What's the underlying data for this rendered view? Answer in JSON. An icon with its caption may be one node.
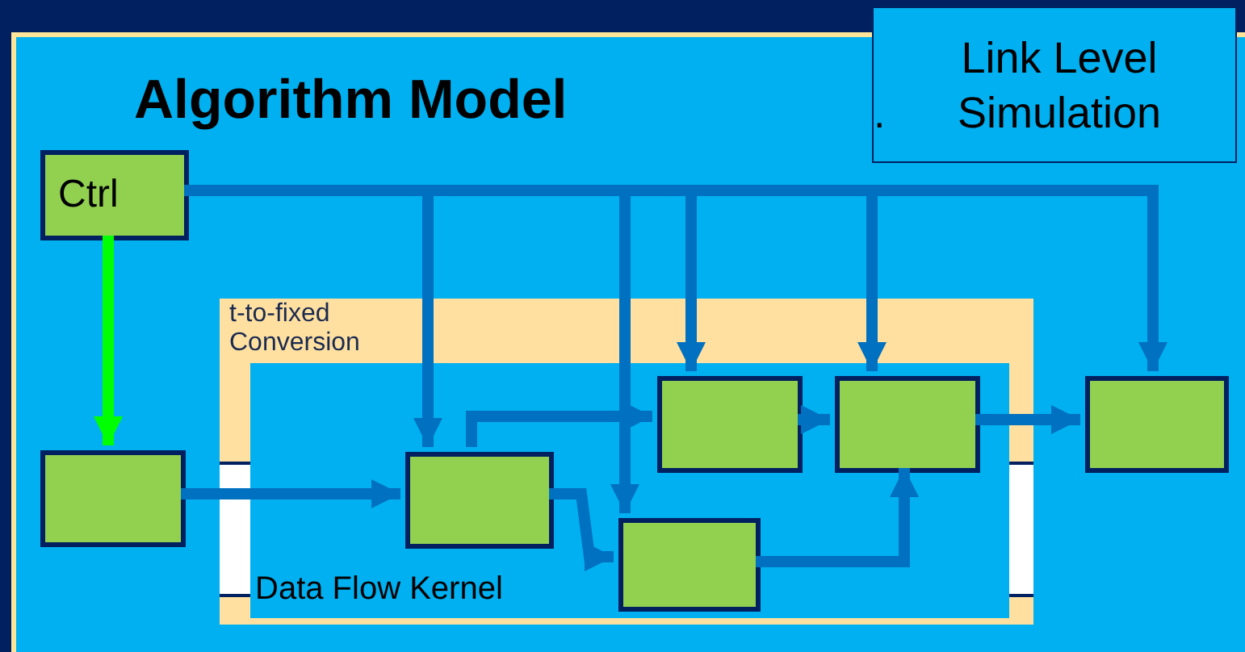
{
  "diagram": {
    "nodes": [
      {
        "text": [
          "Algorithm Model"
        ]
      },
      {
        "text": [
          "Link Level Simulation"
        ]
      },
      {
        "text": [
          "Ctrl"
        ],
        "in": 0
      },
      {
        "text": [
          "t-to-fixed Conversion"
        ],
        "in": 0
      },
      {
        "text": [
          "Data Flow Kernel"
        ],
        "in": 3
      },
      {
        "text": [],
        "shape": "box",
        "in": 0
      },
      {
        "text": [],
        "shape": "box",
        "in": 4
      },
      {
        "text": [],
        "shape": "box",
        "in": 4
      },
      {
        "text": [],
        "shape": "box",
        "in": 4
      },
      {
        "text": [],
        "shape": "box",
        "in": 4
      },
      {
        "text": [],
        "shape": "box",
        "in": 0
      }
    ],
    "edges": [
      {
        "from": 2,
        "to": 5,
        "arrow": "to",
        "color": "#00ff00"
      },
      {
        "from": 2,
        "to": 6,
        "arrow": "to"
      },
      {
        "from": 2,
        "to": 8,
        "arrow": "to"
      },
      {
        "from": 2,
        "to": 7,
        "arrow": "to"
      },
      {
        "from": 2,
        "to": 9,
        "arrow": "to"
      },
      {
        "from": 2,
        "to": 10,
        "arrow": "to"
      },
      {
        "from": 5,
        "to": 6,
        "arrow": "to"
      },
      {
        "from": 6,
        "to": 7,
        "arrow": "to"
      },
      {
        "from": 6,
        "to": 8,
        "arrow": "to"
      },
      {
        "from": 7,
        "to": 9,
        "arrow": "to"
      },
      {
        "from": 9,
        "to": 10,
        "arrow": "to"
      },
      {
        "from": 8,
        "to": 9,
        "arrow": "to"
      }
    ],
    "labels": [
      "."
    ]
  }
}
